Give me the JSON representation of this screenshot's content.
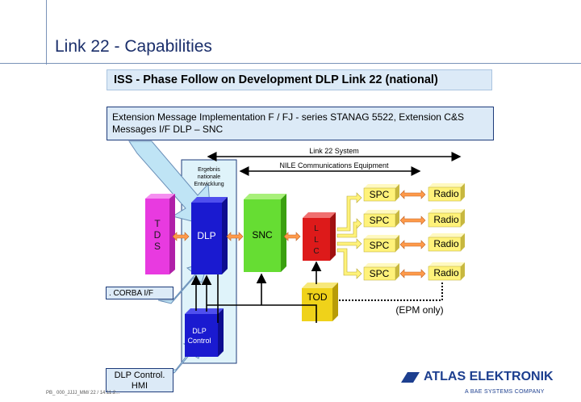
{
  "slide": {
    "title": "Link 22 - Capabilities",
    "banner": "ISS - Phase Follow on  Development DLP Link 22 (national)",
    "extension_note": "Extension Message Implementation F / FJ - series  STANAG 5522, Extension C&S Messages I/F DLP – SNC",
    "corba_label": ". CORBA I/F",
    "hmi_label": "DLP Control. HMI",
    "footer": "PB_ 000_JJJJ_MM/ 22 / 14.11.2..."
  },
  "diagram": {
    "link22_system": "Link 22 System",
    "nile_equipment": "NILE Communications Equipment",
    "ergebnis_note": [
      "Ergebnis",
      "nationale",
      "Entwicklung"
    ],
    "tds_letters": [
      "T",
      "D",
      "S"
    ],
    "dlp": "DLP",
    "snc": "SNC",
    "llc_letters": [
      "L",
      "L",
      "C"
    ],
    "spc": [
      "SPC",
      "SPC",
      "SPC",
      "SPC"
    ],
    "radio": [
      "Radio",
      "Radio",
      "Radio",
      "Radio"
    ],
    "tod": "TOD",
    "epm_only": "(EPM only)",
    "dlp_control": [
      "DLP",
      "Control"
    ]
  },
  "logo": {
    "brand": "ATLAS ELEKTRONIK",
    "tagline": "A BAE SYSTEMS COMPANY"
  },
  "colors": {
    "title_blue": "#1b2f6b",
    "tds_magenta": "#e83ae0",
    "dlp_blue": "#1a1ad0",
    "snc_green": "#66dd33",
    "llc_red": "#dd1a1a",
    "spc_yellow": "#fff27a",
    "tod_yellow": "#efd21a",
    "arrow_orange": "#ff9a4a"
  }
}
